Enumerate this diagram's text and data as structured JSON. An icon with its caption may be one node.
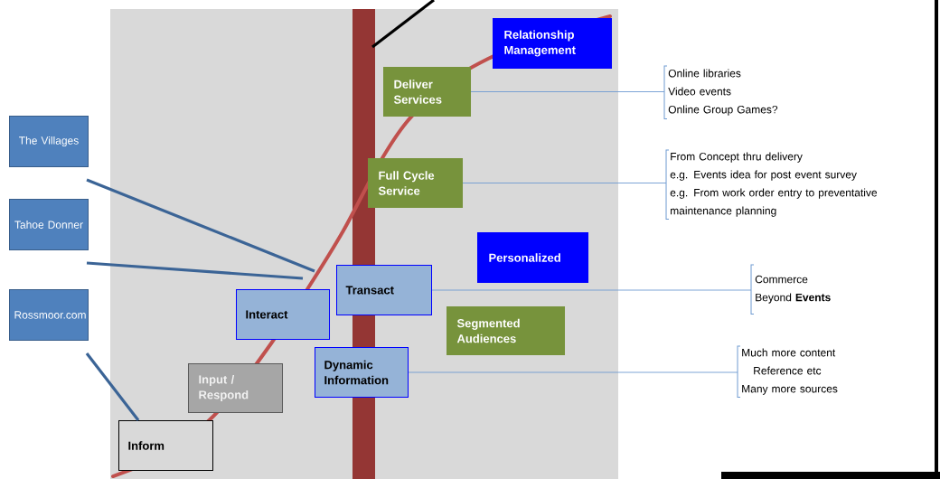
{
  "diagram": {
    "nodes": [
      {
        "text": [
          "Relationship Management"
        ]
      },
      {
        "text": [
          "Deliver Services"
        ]
      },
      {
        "text": [
          "Full Cycle Service"
        ]
      },
      {
        "text": [
          "The Villages"
        ]
      },
      {
        "text": [
          "Tahoe Donner"
        ]
      },
      {
        "text": [
          "Personalized"
        ]
      },
      {
        "text": [
          "Transact"
        ]
      },
      {
        "text": [
          "Interact"
        ]
      },
      {
        "text": [
          "Rossmoor.com"
        ]
      },
      {
        "text": [
          "Segmented Audiences"
        ]
      },
      {
        "text": [
          "Input / Respond"
        ]
      },
      {
        "text": [
          "Dynamic Information"
        ]
      },
      {
        "text": [
          "Inform"
        ]
      },
      {
        "text": [
          "Online libraries",
          "Video events",
          "Online Group Games?"
        ]
      },
      {
        "text": [
          "From Concept thru delivery",
          "e.g. Events idea for post event survey",
          "e.g. From work order entry to preventative maintenance planning"
        ]
      },
      {
        "text": [
          "Commerce",
          "Beyond **Events**"
        ]
      },
      {
        "text": [
          "Much more content",
          "Reference etc",
          "Many more sources"
        ]
      },
      {
        "text": [],
        "shape": "bar"
      }
    ],
    "edges": [
      {
        "from": 1,
        "to": 13,
        "arrow": "none"
      },
      {
        "from": 2,
        "to": 14,
        "arrow": "none"
      },
      {
        "from": 6,
        "to": 15,
        "arrow": "none"
      },
      {
        "from": 11,
        "to": 16,
        "arrow": "none"
      },
      {
        "from": 3,
        "to": null,
        "arrow": "none",
        "style": "thick",
        "color": "#3b6496"
      },
      {
        "from": 4,
        "to": null,
        "arrow": "none",
        "style": "thick",
        "color": "#3b6496"
      },
      {
        "from": 8,
        "to": 12,
        "arrow": "none",
        "style": "thick",
        "color": "#3b6496"
      },
      {
        "from": null,
        "to": 17,
        "arrow": "none",
        "style": "thick",
        "color": "#000000"
      }
    ]
  }
}
